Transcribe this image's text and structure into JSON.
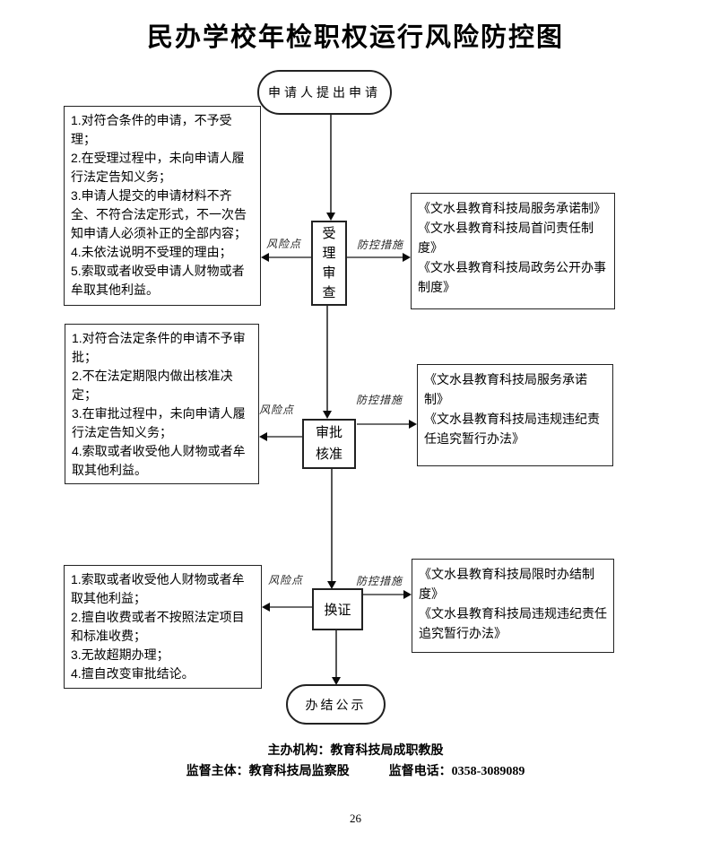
{
  "title": "民办学校年检职权运行风险防控图",
  "flow": {
    "start_node": "申请人提出申请",
    "end_node": "办结公示",
    "risk_point_label": "风险点",
    "control_measure_label": "防控措施",
    "stage1": {
      "name": "受理审查",
      "risks": "1.对符合条件的申请，不予受理；\n2.在受理过程中，未向申请人履行法定告知义务；\n3.申请人提交的申请材料不齐全、不符合法定形式，不一次告知申请人必须补正的全部内容；\n4.未依法说明不受理的理由；\n5.索取或者收受申请人财物或者牟取其他利益。",
      "measures": "《文水县教育科技局服务承诺制》\n《文水县教育科技局首问责任制度》\n《文水县教育科技局政务公开办事制度》"
    },
    "stage2": {
      "name": "审批核准",
      "risks": "1.对符合法定条件的申请不予审批；\n2.不在法定期限内做出核准决定；\n3.在审批过程中，未向申请人履行法定告知义务；\n4.索取或者收受他人财物或者牟取其他利益。",
      "measures": "《文水县教育科技局服务承诺制》\n《文水县教育科技局违规违纪责任追究暂行办法》"
    },
    "stage3": {
      "name": "换证",
      "risks": "1.索取或者收受他人财物或者牟取其他利益；\n2.擅自收费或者不按照法定项目和标准收费；\n3.无故超期办理；\n4.擅自改变审批结论。",
      "measures": "《文水县教育科技局限时办结制度》\n《文水县教育科技局违规违纪责任追究暂行办法》"
    }
  },
  "footer": {
    "organizer": "主办机构：教育科技局成职教股",
    "supervisor": "监督主体：教育科技局监察股",
    "phone_label": "监督电话：",
    "phone_number": "0358-3089089",
    "page_number": "26"
  }
}
